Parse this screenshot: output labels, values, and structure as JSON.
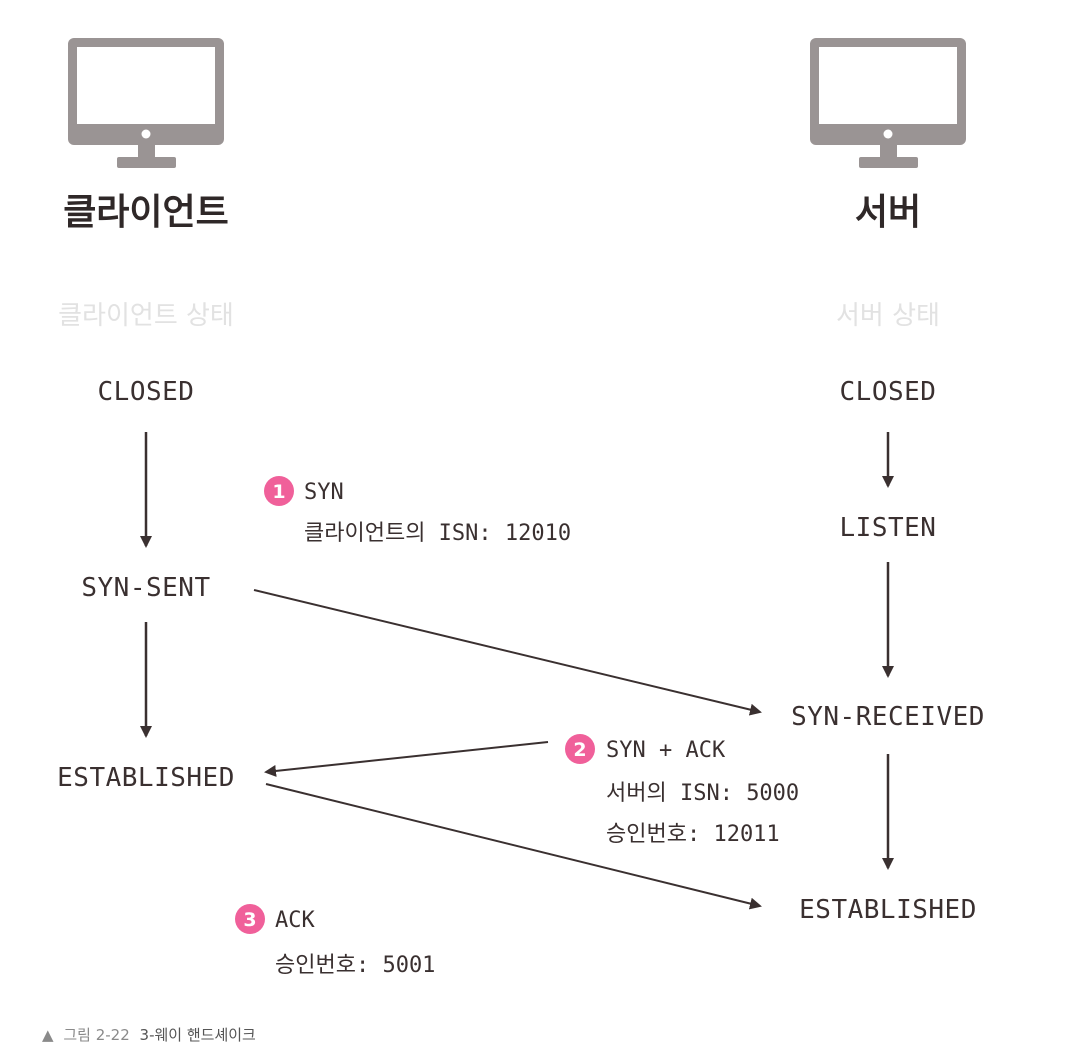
{
  "client": {
    "title": "클라이언트",
    "state_header": "클라이언트 상태"
  },
  "server": {
    "title": "서버",
    "state_header": "서버 상태"
  },
  "client_states": [
    "CLOSED",
    "SYN-SENT",
    "ESTABLISHED"
  ],
  "server_states": [
    "CLOSED",
    "LISTEN",
    "SYN-RECEIVED",
    "ESTABLISHED"
  ],
  "messages": [
    {
      "step": "1",
      "label": "SYN",
      "lines": [
        "클라이언트의 ISN: 12010"
      ]
    },
    {
      "step": "2",
      "label": "SYN + ACK",
      "lines": [
        "서버의 ISN: 5000",
        "승인번호: 12011"
      ]
    },
    {
      "step": "3",
      "label": "ACK",
      "lines": [
        "승인번호: 5001"
      ]
    }
  ],
  "caption": {
    "marker": "▲",
    "prefix": "그림 2-22",
    "title": "3-웨이 핸드셰이크"
  },
  "colors": {
    "badge": "#f0609a",
    "arrow": "#3a3030",
    "monitor": "#9a9494",
    "screen": "#ffffff"
  },
  "icons": {
    "client": "monitor-icon",
    "server": "monitor-icon"
  }
}
